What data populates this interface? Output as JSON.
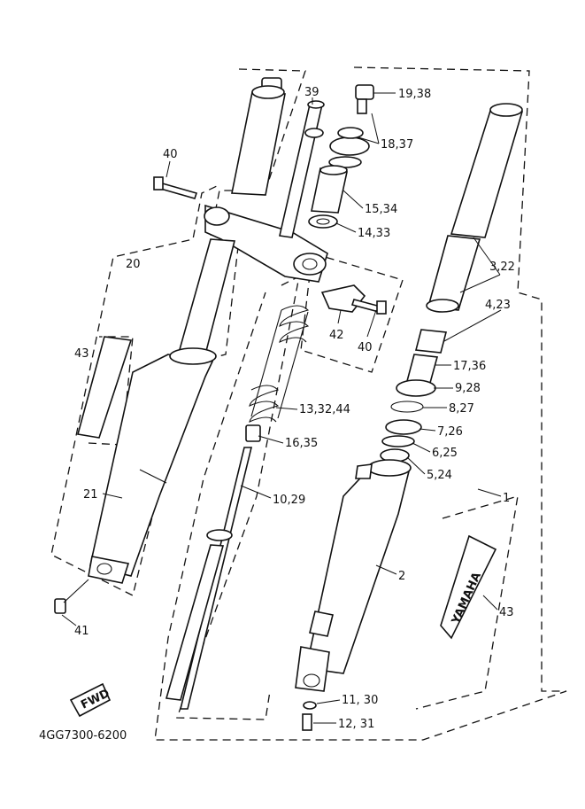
{
  "diagram": {
    "ref_code": "4GG7300-6200",
    "fwd_label": "FWD",
    "brand_decal": "YAMAHA",
    "callouts": [
      {
        "id": "c1",
        "text": "19,38"
      },
      {
        "id": "c2",
        "text": "39"
      },
      {
        "id": "c3",
        "text": "18,37"
      },
      {
        "id": "c4",
        "text": "40"
      },
      {
        "id": "c5",
        "text": "15,34"
      },
      {
        "id": "c6",
        "text": "14,33"
      },
      {
        "id": "c7",
        "text": "20"
      },
      {
        "id": "c8",
        "text": "3,22"
      },
      {
        "id": "c9",
        "text": "4,23"
      },
      {
        "id": "c10",
        "text": "42"
      },
      {
        "id": "c11",
        "text": "40"
      },
      {
        "id": "c12",
        "text": "43"
      },
      {
        "id": "c13",
        "text": "17,36"
      },
      {
        "id": "c14",
        "text": "9,28"
      },
      {
        "id": "c15",
        "text": "13,32,44"
      },
      {
        "id": "c16",
        "text": "8,27"
      },
      {
        "id": "c17",
        "text": "7,26"
      },
      {
        "id": "c18",
        "text": "16,35"
      },
      {
        "id": "c19",
        "text": "6,25"
      },
      {
        "id": "c20",
        "text": "5,24"
      },
      {
        "id": "c21",
        "text": "21"
      },
      {
        "id": "c22",
        "text": "10,29"
      },
      {
        "id": "c23",
        "text": "1"
      },
      {
        "id": "c24",
        "text": "2"
      },
      {
        "id": "c25",
        "text": "43"
      },
      {
        "id": "c26",
        "text": "41"
      },
      {
        "id": "c27",
        "text": "11, 30"
      },
      {
        "id": "c28",
        "text": "12, 31"
      }
    ]
  }
}
